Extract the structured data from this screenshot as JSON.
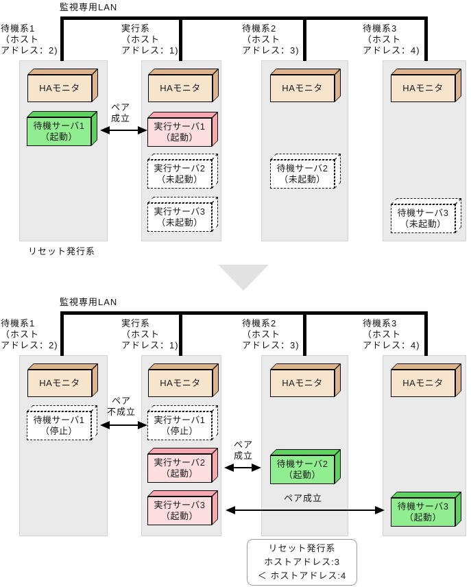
{
  "colors": {
    "ha_monitor_box": "#f6e4cc",
    "ha_monitor_box_shade": "#ddb48c",
    "running_active_box": "#fcdee1",
    "running_active_box_shade": "#f5a8b0",
    "running_standby_box": "#90ee90",
    "running_standby_box_shade": "#5fd35f",
    "column_background": "#eaeaea",
    "lan_line": "#000000"
  },
  "diagrams": [
    {
      "lan_label": "監視専用LAN",
      "systems": [
        {
          "label": "待機系1\n（ホスト\nアドレス：2)"
        },
        {
          "label": "実行系\n（ホスト\nアドレス：1)"
        },
        {
          "label": "待機系2\n（ホスト\nアドレス：3)"
        },
        {
          "label": "待機系3\n（ホスト\nアドレス：4)"
        }
      ],
      "monitor_label": "HAモニタ",
      "servers": [
        {
          "name": "待機サーバ1",
          "state": "（起動）"
        },
        {
          "name": "実行サーバ1",
          "state": "（起動）"
        },
        {
          "name": "実行サーバ2",
          "state": "（未起動）"
        },
        {
          "name": "実行サーバ3",
          "state": "（未起動）"
        },
        {
          "name": "待機サーバ2",
          "state": "（未起動）"
        },
        {
          "name": "待機サーバ3",
          "state": "（未起動）"
        }
      ],
      "pair_label": "ペア\n成立",
      "reset_note": "リセット発行系"
    },
    {
      "lan_label": "監視専用LAN",
      "systems": [
        {
          "label": "待機系1\n（ホスト\nアドレス：2)"
        },
        {
          "label": "実行系\n（ホスト\nアドレス：1)"
        },
        {
          "label": "待機系2\n（ホスト\nアドレス：3)"
        },
        {
          "label": "待機系3\n（ホスト\nアドレス：4)"
        }
      ],
      "monitor_label": "HAモニタ",
      "servers": [
        {
          "name": "待機サーバ1",
          "state": "（停止）"
        },
        {
          "name": "実行サーバ1",
          "state": "（停止）"
        },
        {
          "name": "実行サーバ2",
          "state": "（起動）"
        },
        {
          "name": "待機サーバ2",
          "state": "（起動）"
        },
        {
          "name": "実行サーバ3",
          "state": "（起動）"
        },
        {
          "name": "待機サーバ3",
          "state": "（起動）"
        }
      ],
      "pair_fail_label": "ペア\n不成立",
      "pair_label": "ペア\n成立",
      "pair_long_label": "ペア成立",
      "reset_callout": "リセット発行系\nホストアドレス:3\n＜ ホストアドレス:4"
    }
  ]
}
